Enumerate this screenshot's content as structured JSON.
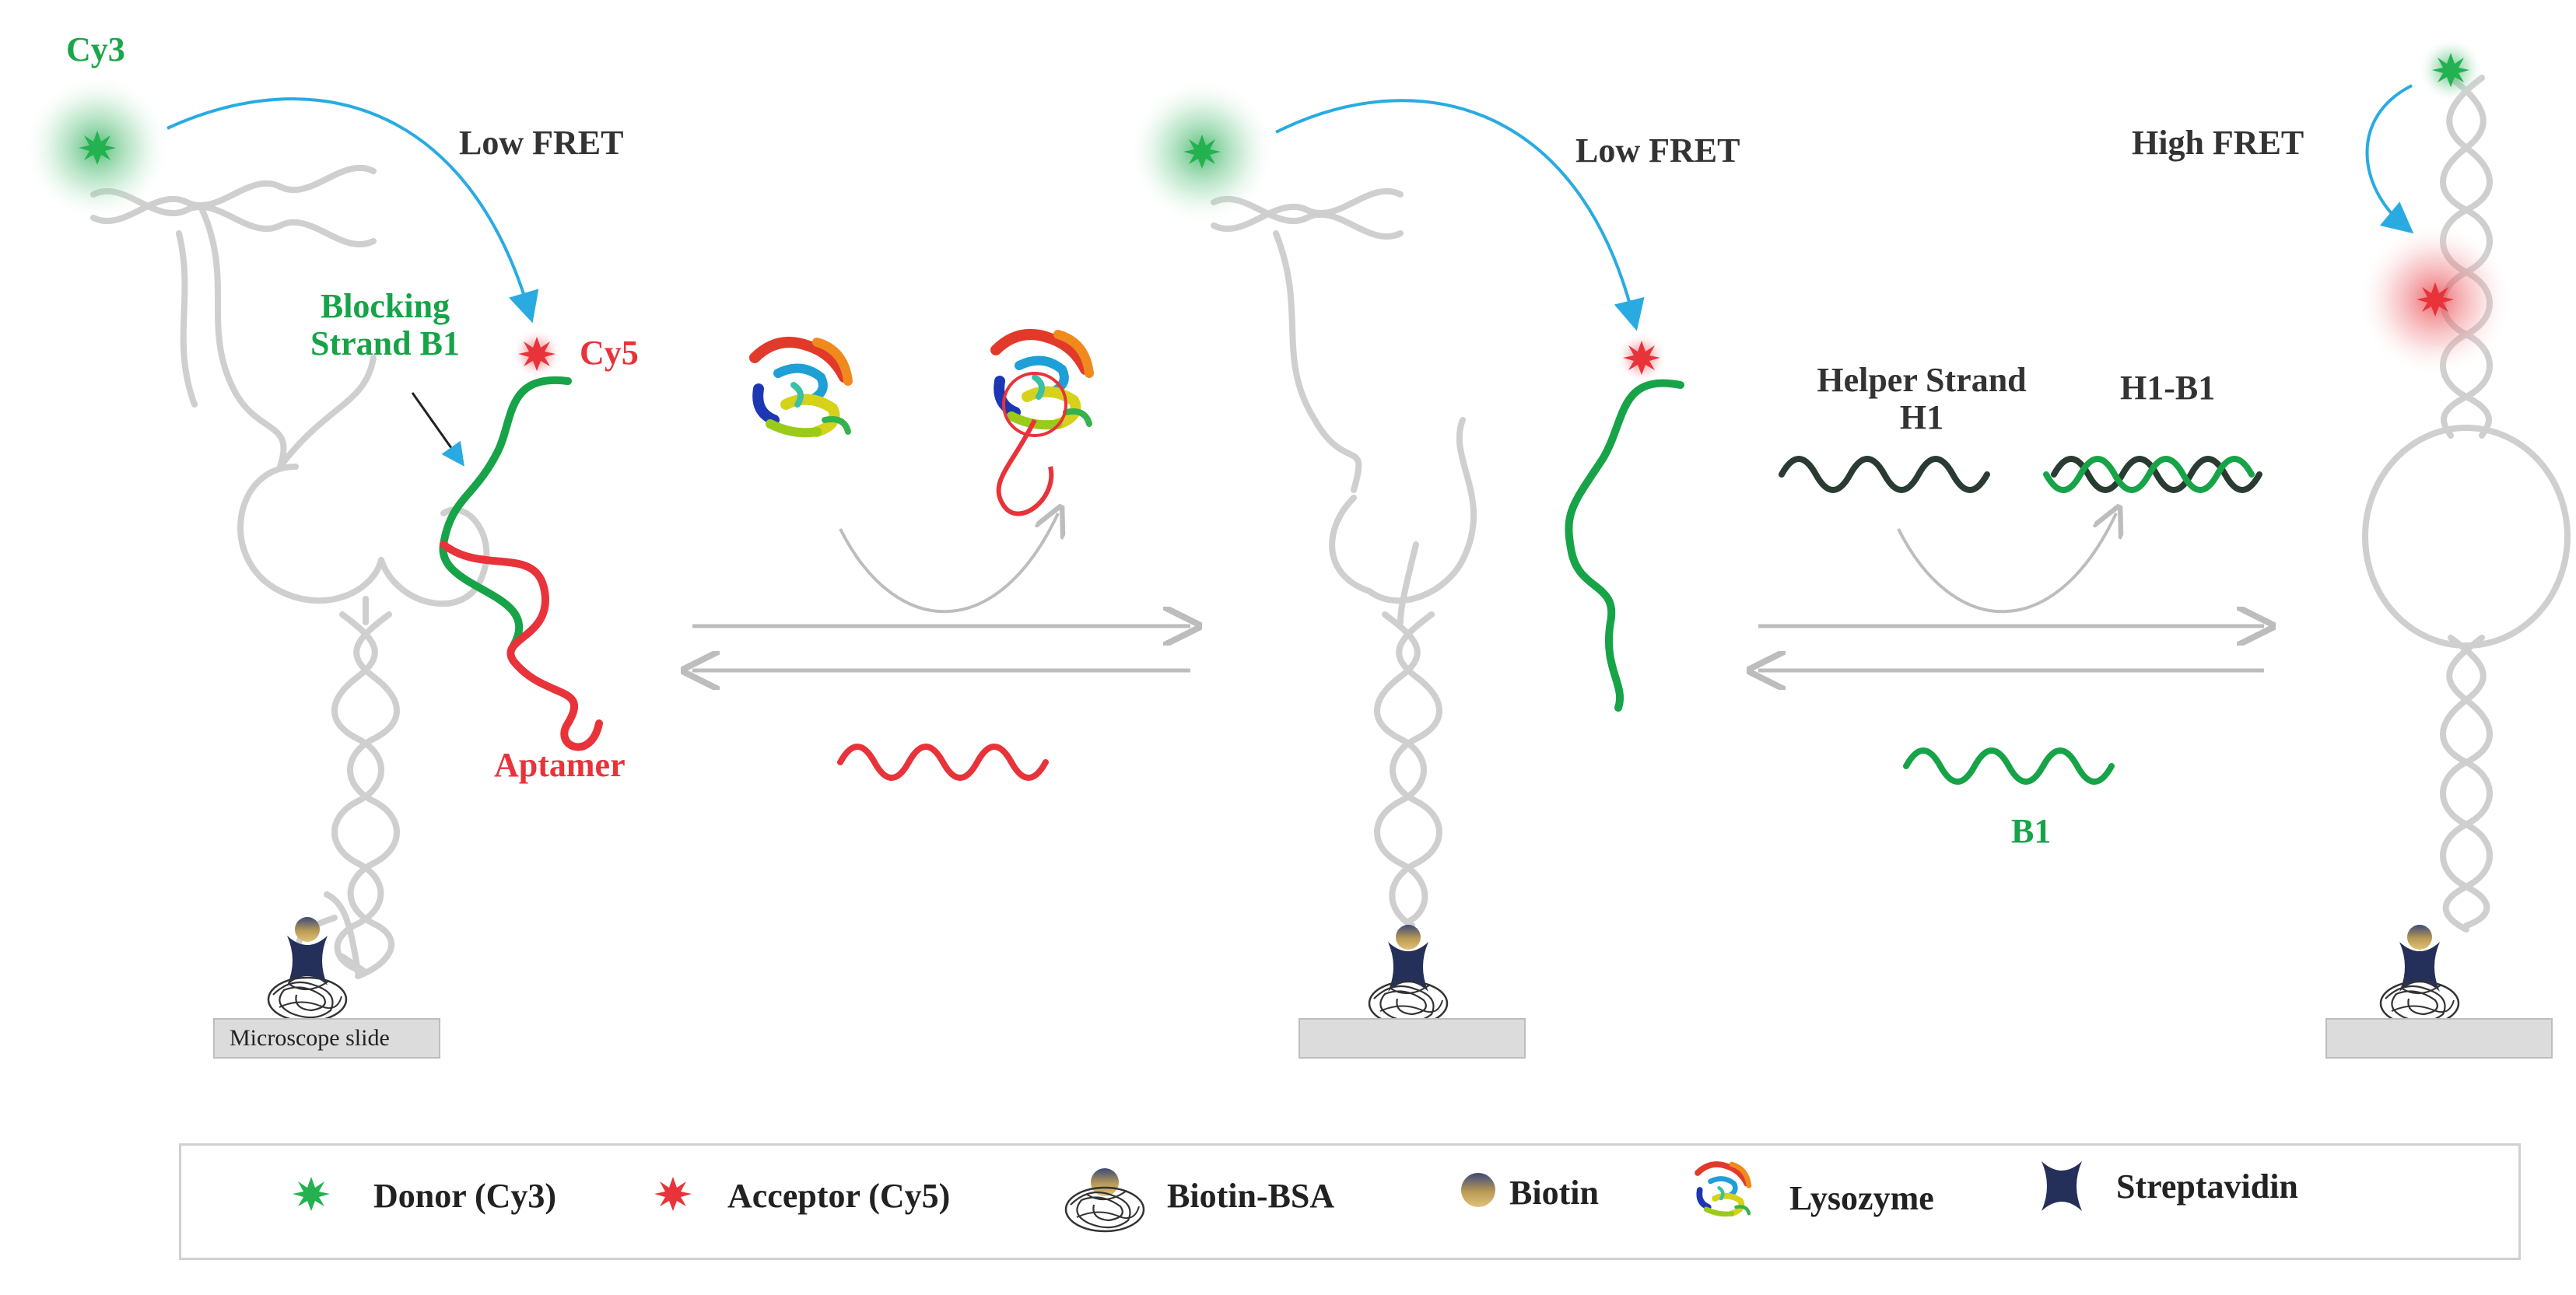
{
  "labels": {
    "cy3": "Cy3",
    "cy5": "Cy5",
    "low_fret_1": "Low FRET",
    "low_fret_2": "Low FRET",
    "high_fret": "High FRET",
    "blocking_strand_line1": "Blocking",
    "blocking_strand_line2": "Strand B1",
    "aptamer": "Aptamer",
    "helper_strand_line1": "Helper Strand",
    "helper_strand_line2": "H1",
    "h1_b1": "H1-B1",
    "b1": "B1",
    "microscope_slide": "Microscope slide"
  },
  "legend": {
    "donor": "Donor (Cy3)",
    "acceptor": "Acceptor (Cy5)",
    "biotin_bsa": "Biotin-BSA",
    "biotin": "Biotin",
    "lysozyme": "Lysozyme",
    "streptavidin": "Streptavidin"
  },
  "colors": {
    "donor_green": "#1aa64a",
    "acceptor_red": "#e8333a",
    "fret_arrow": "#29abe2",
    "dna_gray": "#cfcfcf",
    "aptamer_red": "#e8333a",
    "blocking_green": "#17a348",
    "helper_dark": "#2a3b32",
    "streptavidin_navy": "#24305a",
    "biotin_gold": "#c9a24a"
  },
  "icons": [
    "star-icon",
    "streptavidin-icon",
    "biotin-icon",
    "bsa-icon",
    "protein-icon"
  ]
}
